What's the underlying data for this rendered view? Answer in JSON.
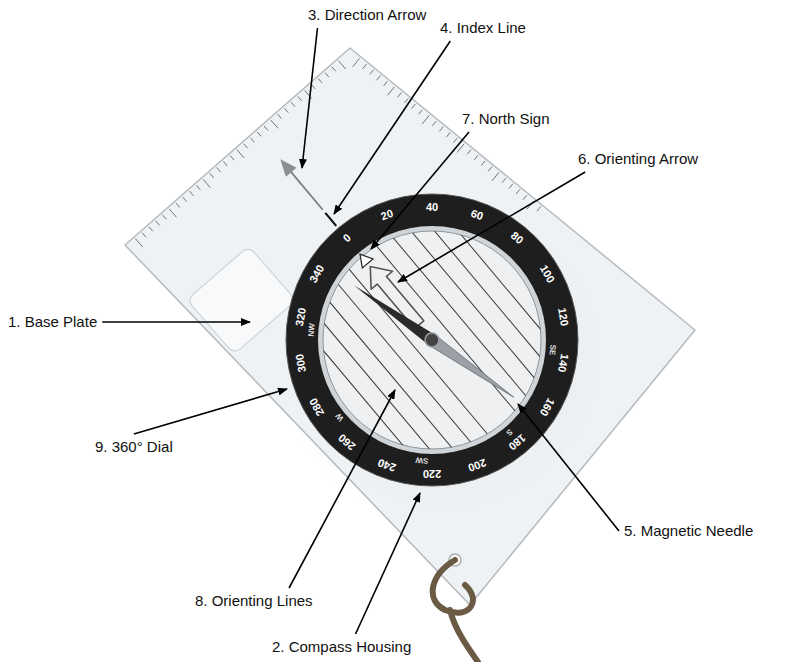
{
  "diagram": {
    "labels": [
      "1. Base Plate",
      "2. Compass Housing",
      "3. Direction Arrow",
      "4. Index Line",
      "5. Magnetic Needle",
      "6. Orienting Arrow",
      "7. North Sign",
      "8. Orienting Lines",
      "9. 360° Dial",
      "0",
      "20",
      "40",
      "60",
      "80",
      "100",
      "120",
      "140",
      "160",
      "180",
      "200",
      "220",
      "240",
      "260",
      "280",
      "300",
      "320",
      "340",
      "NW",
      "W",
      "SW",
      "S",
      "SE"
    ]
  }
}
